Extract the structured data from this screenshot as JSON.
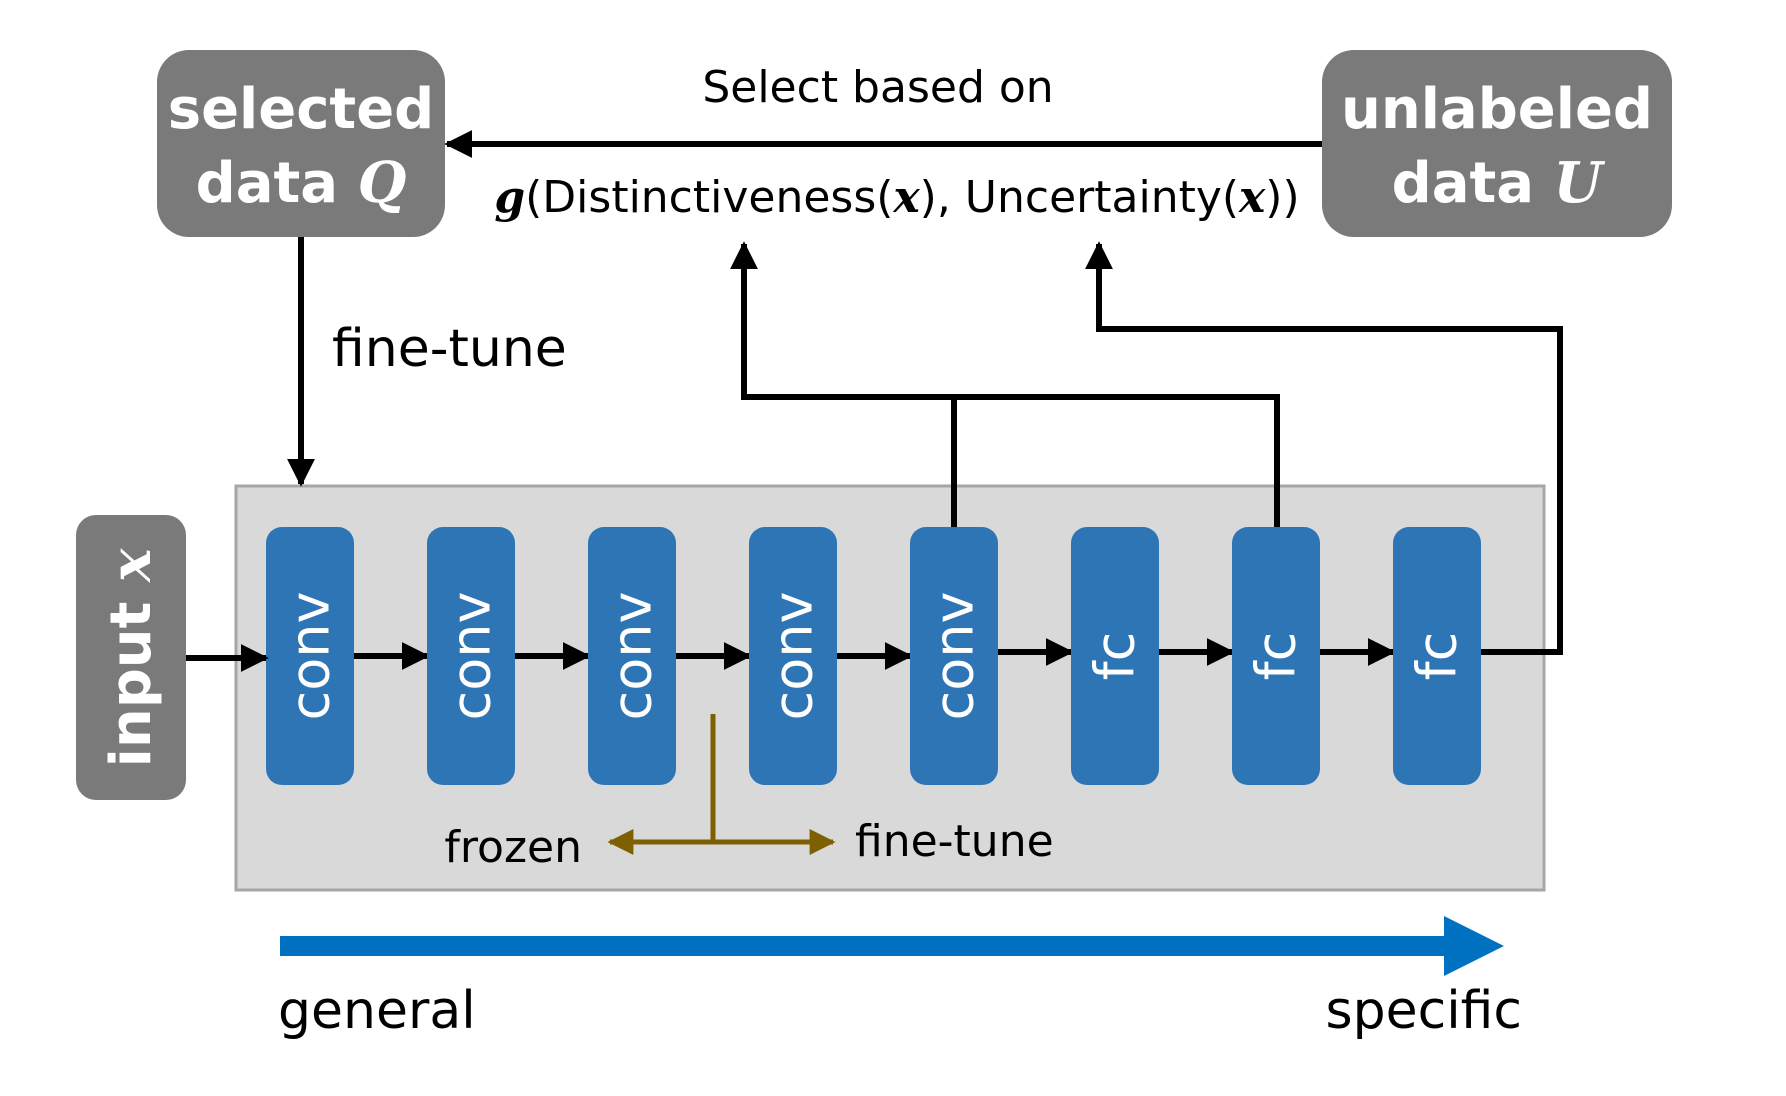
{
  "selected_box": {
    "line1": "selected",
    "line2": "data",
    "var": "Q"
  },
  "unlabeled_box": {
    "line1": "unlabeled",
    "line2": "data",
    "var": "U"
  },
  "input_box": {
    "label": "input",
    "var": "x"
  },
  "select_caption": "Select based on",
  "formula": {
    "g": "g",
    "part1": "(Distinctiveness(",
    "x1": "x",
    "part2": "), Uncertainty(",
    "x2": "x",
    "part3": "))"
  },
  "finetune_caption": "fine-tune",
  "layers": [
    {
      "label": "conv"
    },
    {
      "label": "conv"
    },
    {
      "label": "conv"
    },
    {
      "label": "conv"
    },
    {
      "label": "conv"
    },
    {
      "label": "fc"
    },
    {
      "label": "fc"
    },
    {
      "label": "fc"
    }
  ],
  "frozen_label": "frozen",
  "finetune_label": "fine-tune",
  "general_label": "general",
  "specific_label": "specific",
  "colors": {
    "gray_box": "#7a7a7a",
    "layer_blue": "#2e75b6",
    "panel_fill": "#d9d9d9",
    "panel_stroke": "#a6a6a6",
    "frozen_arrow": "#7f6000",
    "gradient_arrow": "#0070c0"
  }
}
